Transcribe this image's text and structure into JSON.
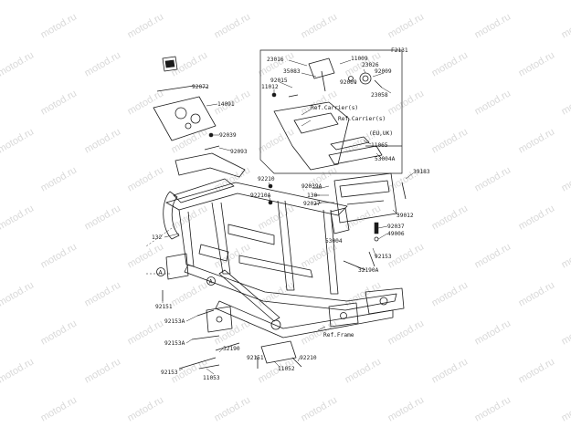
{
  "watermark": "motod.ru",
  "figure_code": "F2131",
  "refs": {
    "carrier_1": "Ref.Carrier(s)",
    "carrier_2": "Ref.Carrier(s)",
    "eu_uk": "(EU,UK)",
    "frame": "Ref.Frame"
  },
  "markers": {
    "a1": "A",
    "a2": "A"
  },
  "parts": [
    "92072",
    "14091",
    "92039",
    "92093",
    "92210",
    "92210A",
    "132",
    "92151",
    "92153A",
    "92153A",
    "92153",
    "11053",
    "32190",
    "92151",
    "11052",
    "92210",
    "23016",
    "35083",
    "92015",
    "11012",
    "11009",
    "23026",
    "92009",
    "92069",
    "23058",
    "11065",
    "53004A",
    "39183",
    "92039A",
    "130",
    "92027",
    "39012",
    "92037",
    "49006",
    "53004",
    "92153",
    "32190A"
  ],
  "colors": {
    "ink": "#1a1a1a",
    "watermark": "#d9d9d9",
    "background": "#ffffff"
  }
}
